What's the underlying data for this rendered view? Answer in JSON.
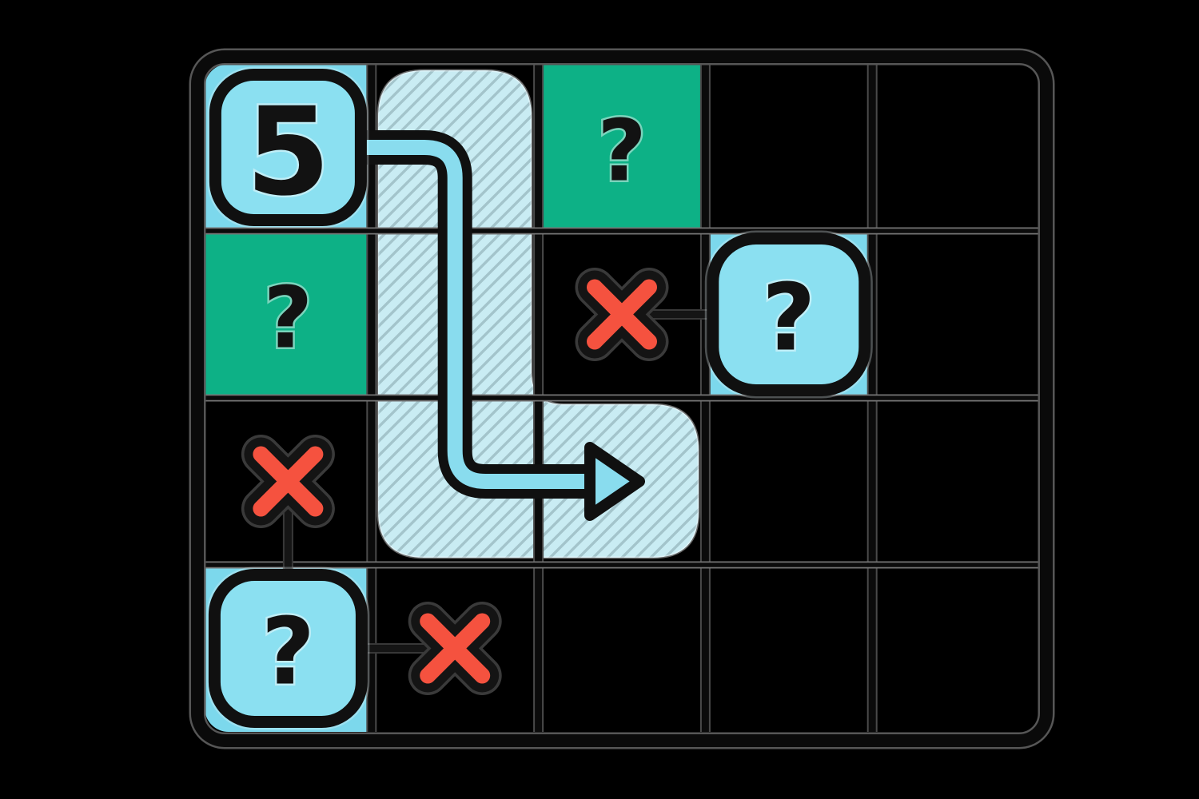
{
  "board": {
    "rows": 4,
    "cols": 5,
    "colors": {
      "background": "#000000",
      "cell_blue": "#7CD8EC",
      "tile_blue": "#8BE0F1",
      "cell_green": "#0DB186",
      "x_red": "#F5523F",
      "path_blue": "#89DCEE",
      "hatch_base": "#C9ECF3",
      "hatch_stripe": "#A3C4CB",
      "ink": "#121212"
    }
  },
  "tiles": [
    {
      "label": "5",
      "row": 1,
      "col": 1
    },
    {
      "label": "?",
      "row": 2,
      "col": 4
    },
    {
      "label": "?",
      "row": 4,
      "col": 1
    }
  ],
  "mystery_cells": [
    {
      "glyph": "?",
      "row": 1,
      "col": 3
    },
    {
      "glyph": "?",
      "row": 2,
      "col": 1
    }
  ],
  "x_marks": [
    {
      "row": 2,
      "col": 3,
      "linked_to": "tile-question-right"
    },
    {
      "row": 3,
      "col": 1,
      "linked_to": "tile-question-bottom"
    },
    {
      "row": 4,
      "col": 2,
      "linked_to": "tile-question-bottom"
    }
  ],
  "path_arrow": {
    "from_tile": "5",
    "route": "right 1, down 2, right 1",
    "highlight_cells": "column 2 rows 1-3 and column 3 row 3",
    "arrow_direction": "right"
  }
}
